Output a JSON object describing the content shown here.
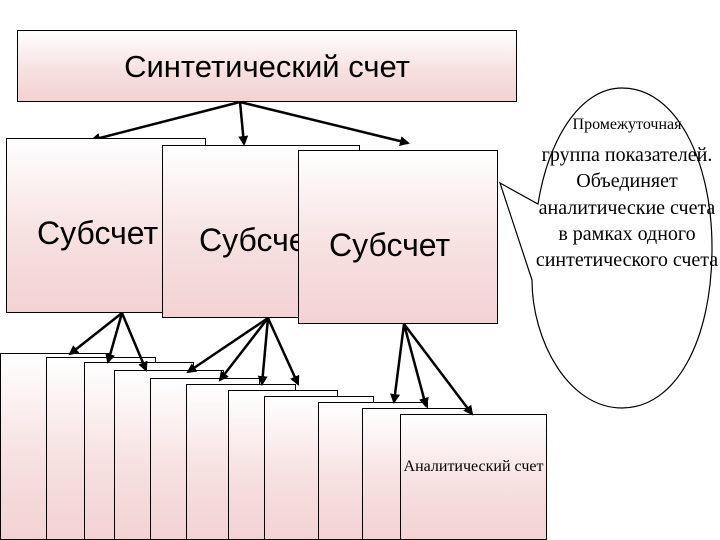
{
  "synthetic_account": {
    "label": "Синтетический счет"
  },
  "subaccounts": [
    {
      "label": "Субсчет"
    },
    {
      "label": "Субсче"
    },
    {
      "label": "Субсчет"
    }
  ],
  "analytic_account": {
    "label": "Аналитический счет"
  },
  "callout": {
    "line1": "Промежуточная",
    "rest": "группа показателей. Объединяет аналитические счета в рамках одного синтетического счета"
  },
  "colors": {
    "box_fill_top": "#ffffff",
    "box_fill_bottom": "#f3d2d2",
    "stroke": "#000000"
  }
}
